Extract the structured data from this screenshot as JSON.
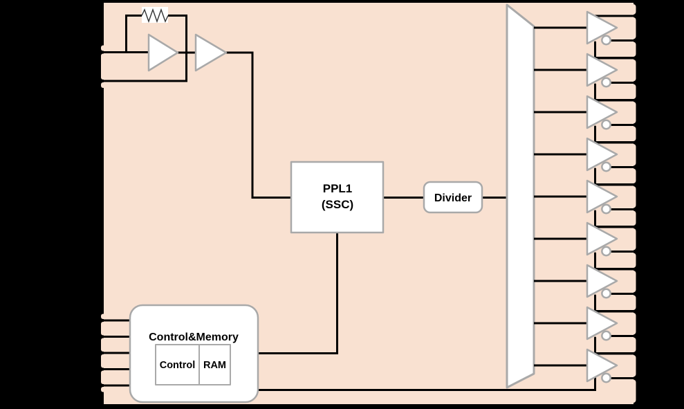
{
  "chip": {
    "background_color": "#000000",
    "die_color": "#F9E1D1",
    "symbol_fill": "#FFFFFF",
    "symbol_border": "#A9A9A9",
    "wire_color": "#000000"
  },
  "blocks": {
    "pll": {
      "line1": "PPL1",
      "line2": "(SSC)"
    },
    "divider": {
      "label": "Divider"
    },
    "control_memory": {
      "title": "Control&Memory",
      "control_label": "Control",
      "ram_label": "RAM"
    }
  },
  "pins": {
    "crystal_input_count": 2,
    "control_input_count": 5,
    "output_buffer_count": 9
  }
}
